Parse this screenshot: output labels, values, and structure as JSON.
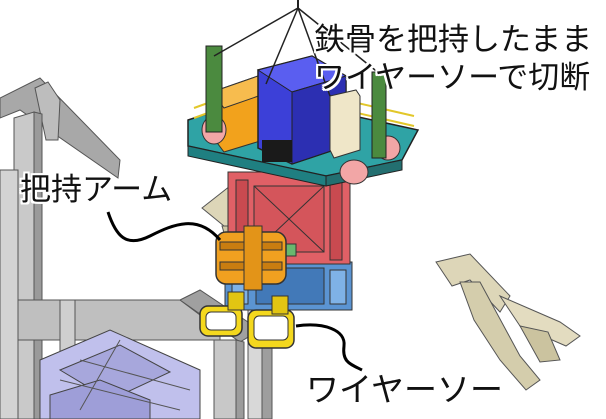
{
  "labels": {
    "caption_line1": "鉄骨を把持したまま",
    "caption_line2": "ワイヤーソーで切断",
    "grip_arm": "把持アーム",
    "wire_saw": "ワイヤーソー"
  },
  "colors": {
    "deck_teal": "#2a9a9c",
    "box_blue": "#3b3fd8",
    "box_orange": "#f0a020",
    "frame_red": "#d9545a",
    "frame_blue": "#4a86c8",
    "yellow": "#f2d21a",
    "steel_beige": "#d9d2b8",
    "steel_gray": "#8d8d8d",
    "rubble_lavender": "#b8b8e6"
  }
}
